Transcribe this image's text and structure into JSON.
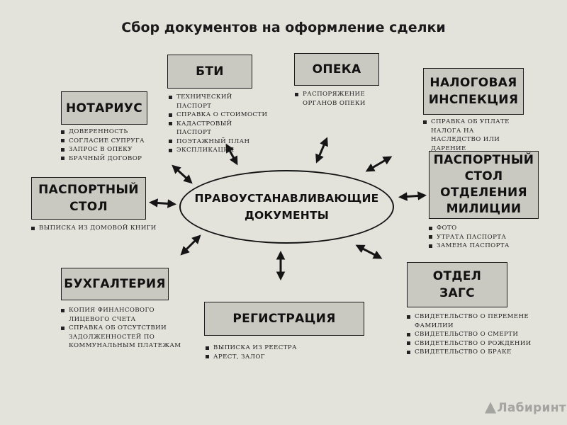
{
  "title": "Сбор документов на оформление сделки",
  "center": {
    "lines": [
      "ПРАВОУСТАНАВЛИВАЮЩИЕ",
      "ДОКУМЕНТЫ"
    ]
  },
  "nodes": {
    "bti": {
      "lines": [
        "БТИ"
      ],
      "items": [
        "ТЕХНИЧЕСКИЙ ПАСПОРТ",
        "СПРАВКА О СТОИМОСТИ",
        "КАДАСТРОВЫЙ ПАСПОРТ",
        "ПОЭТАЖНЫЙ ПЛАН",
        "ЭКСПЛИКАЦИЯ"
      ]
    },
    "opeka": {
      "lines": [
        "ОПЕКА"
      ],
      "items": [
        "РАСПОРЯЖЕНИЕ ОРГАНОВ ОПЕКИ"
      ]
    },
    "tax": {
      "lines": [
        "НАЛОГОВАЯ",
        "ИНСПЕКЦИЯ"
      ],
      "items": [
        "СПРАВКА ОБ УПЛАТЕ НАЛОГА НА НАСЛЕДСТВО ИЛИ ДАРЕНИЕ"
      ]
    },
    "notary": {
      "lines": [
        "НОТАРИУС"
      ],
      "items": [
        "ДОВЕРЕННОСТЬ",
        "СОГЛАСИЕ СУПРУГА",
        "ЗАПРОС В ОПЕКУ",
        "БРАЧНЫЙ ДОГОВОР"
      ]
    },
    "passport": {
      "lines": [
        "ПАСПОРТНЫЙ",
        "СТОЛ"
      ],
      "items": [
        "ВЫПИСКА ИЗ ДОМОВОЙ КНИГИ"
      ]
    },
    "police": {
      "lines": [
        "ПАСПОРТНЫЙ",
        "СТОЛ",
        "ОТДЕЛЕНИЯ",
        "МИЛИЦИИ"
      ],
      "items": [
        "ФОТО",
        "УТРАТА ПАСПОРТА",
        "ЗАМЕНА ПАСПОРТА"
      ]
    },
    "accounting": {
      "lines": [
        "БУХГАЛТЕРИЯ"
      ],
      "items": [
        "КОПИЯ ФИНАНСОВОГО ЛИЦЕВОГО СЧЕТА",
        "СПРАВКА ОБ ОТСУТСТВИИ ЗАДОЛЖЕННОСТЕЙ ПО КОММУНАЛЬНЫМ ПЛАТЕЖАМ"
      ]
    },
    "registration": {
      "lines": [
        "РЕГИСТРАЦИЯ"
      ],
      "items": [
        "ВЫПИСКА ИЗ РЕЕСТРА",
        "АРЕСТ, ЗАЛОГ"
      ]
    },
    "zags": {
      "lines": [
        "ОТДЕЛ",
        "ЗАГС"
      ],
      "items": [
        "СВИДЕТЕЛЬСТВО О ПЕРЕМЕНЕ ФАМИЛИИ",
        "СВИДЕТЕЛЬСТВО О СМЕРТИ",
        "СВИДЕТЕЛЬСТВО О РОЖДЕНИИ",
        "СВИДЕТЕЛЬСТВО О БРАКЕ"
      ]
    }
  },
  "watermark": "Лабиринт",
  "colors": {
    "background": "#e3e3dc",
    "box_fill": "#c9c9c2",
    "ink": "#151515"
  }
}
